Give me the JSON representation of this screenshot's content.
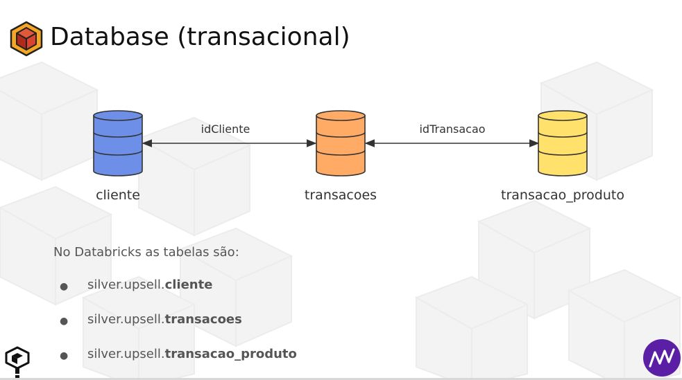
{
  "slide": {
    "title": "Database (transacional)"
  },
  "diagram": {
    "databases": [
      {
        "id": "cliente",
        "label": "cliente",
        "color": "#6d8fe8"
      },
      {
        "id": "transacoes",
        "label": "transacoes",
        "color": "#ffab66"
      },
      {
        "id": "transacao_produto",
        "label": "transacao_produto",
        "color": "#ffe16b"
      }
    ],
    "edges": [
      {
        "from": "cliente",
        "to": "transacoes",
        "label": "idCliente",
        "direction": "both"
      },
      {
        "from": "transacoes",
        "to": "transacao_produto",
        "label": "idTransacao",
        "direction": "both"
      }
    ],
    "stroke_color": "#333333"
  },
  "tables": {
    "intro": "No Databricks as tabelas são:",
    "items": [
      {
        "prefix": "silver.upsell.",
        "name": "cliente"
      },
      {
        "prefix": "silver.upsell.",
        "name": "transacoes"
      },
      {
        "prefix": "silver.upsell.",
        "name": "transacao_produto"
      }
    ]
  },
  "icons": {
    "title_icon": "cube-icon",
    "bottom_left_logo": "teo-logo-icon",
    "bottom_right_logo": "brand-logo-icon"
  },
  "colors": {
    "title_cube_red": "#c0392b",
    "title_cube_orange": "#f5a623",
    "brand_purple": "#5b1fa6"
  }
}
